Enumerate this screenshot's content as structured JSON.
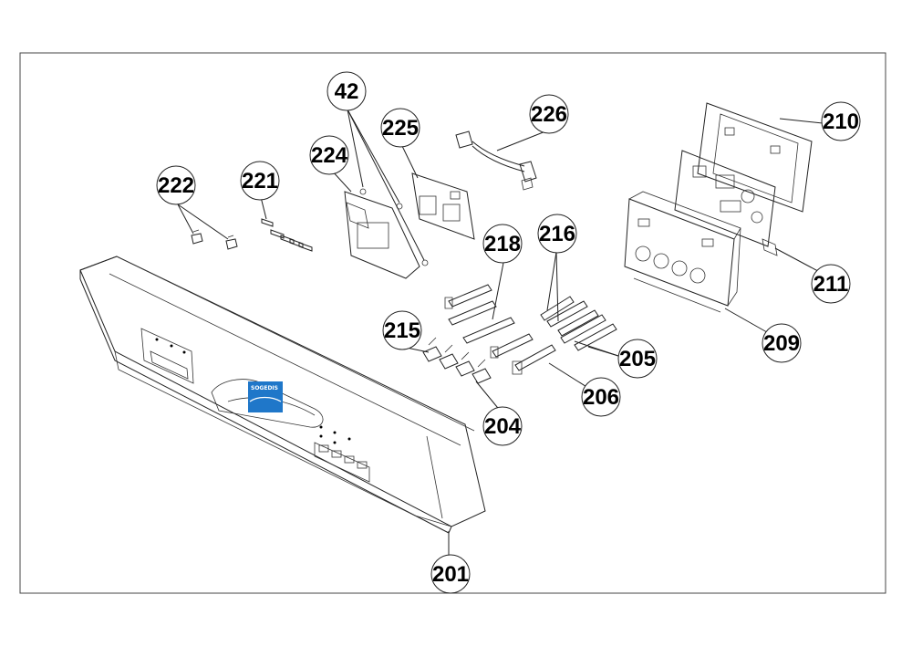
{
  "diagram": {
    "callouts": [
      {
        "id": "c42",
        "label": "42"
      },
      {
        "id": "c224",
        "label": "224"
      },
      {
        "id": "c225",
        "label": "225"
      },
      {
        "id": "c226",
        "label": "226"
      },
      {
        "id": "c222",
        "label": "222"
      },
      {
        "id": "c221",
        "label": "221"
      },
      {
        "id": "c210",
        "label": "210"
      },
      {
        "id": "c211",
        "label": "211"
      },
      {
        "id": "c218",
        "label": "218"
      },
      {
        "id": "c216",
        "label": "216"
      },
      {
        "id": "c215",
        "label": "215"
      },
      {
        "id": "c209",
        "label": "209"
      },
      {
        "id": "c205",
        "label": "205"
      },
      {
        "id": "c206",
        "label": "206"
      },
      {
        "id": "c204",
        "label": "204"
      },
      {
        "id": "c201",
        "label": "201"
      }
    ],
    "logo": {
      "text": "SOGEDIS",
      "color": "#1f77c9"
    }
  }
}
